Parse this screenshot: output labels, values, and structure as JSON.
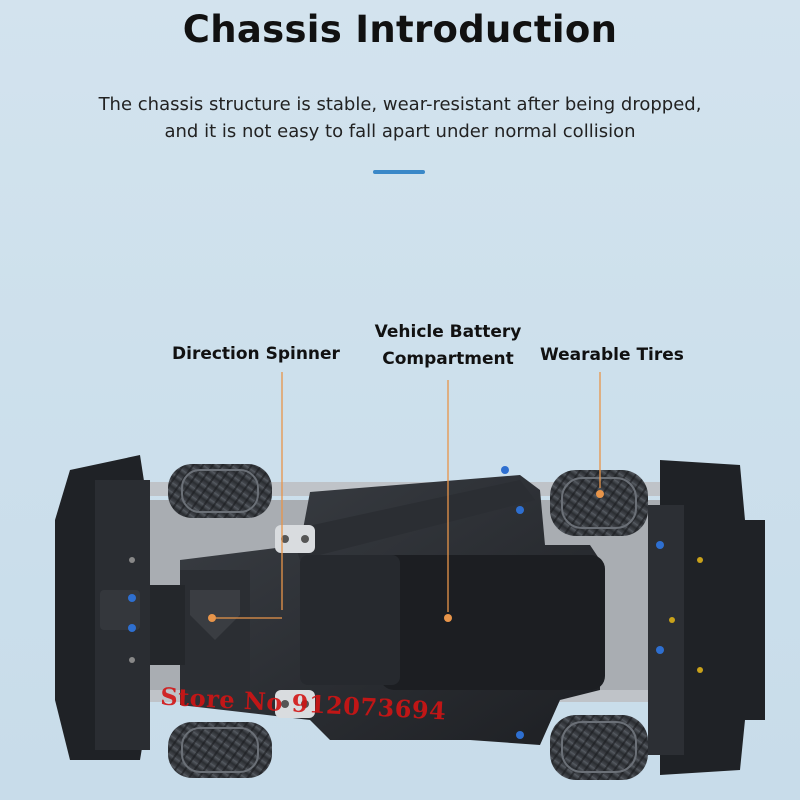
{
  "header": {
    "title": "Chassis Introduction",
    "subtitle_line1": "The chassis structure is stable, wear-resistant after being dropped,",
    "subtitle_line2": "and it is not easy to fall apart under normal collision"
  },
  "callouts": {
    "direction_spinner": "Direction Spinner",
    "battery_line1": "Vehicle Battery",
    "battery_line2": "Compartment",
    "wearable_tires": "Wearable Tires"
  },
  "watermark": "Store No 912073694",
  "colors": {
    "accent": "#3a88c8",
    "callout_line": "#e8954a",
    "watermark": "#d21414"
  }
}
